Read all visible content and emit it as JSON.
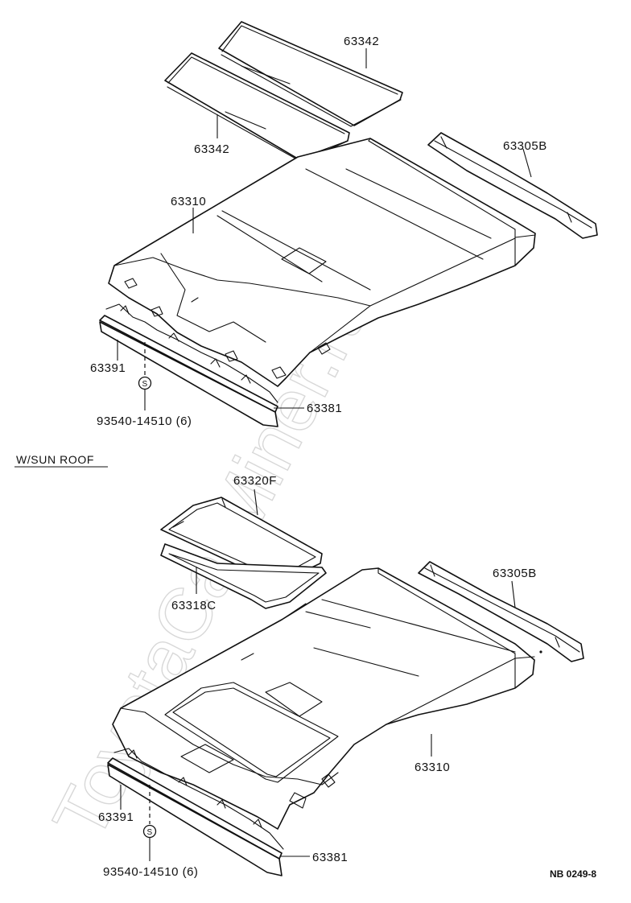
{
  "section_label": "W/SUN ROOF",
  "figure_code": "NB 0249-8",
  "watermark": "ToyotaCarMiner.ru",
  "upper": {
    "sunshade_top": "63342",
    "sunshade_bottom": "63342",
    "headliner": "63310",
    "rear_trim": "63305B",
    "front_trim": "63391",
    "clip": "93540-14510 (6)",
    "clip_symbol": "S",
    "front_bracket": "63381"
  },
  "lower": {
    "sunroof_trim": "63320F",
    "sunroof_frame": "63318C",
    "rear_trim": "63305B",
    "headliner": "63310",
    "front_trim": "63391",
    "clip": "93540-14510 (6)",
    "clip_symbol": "S",
    "front_bracket": "63381"
  }
}
